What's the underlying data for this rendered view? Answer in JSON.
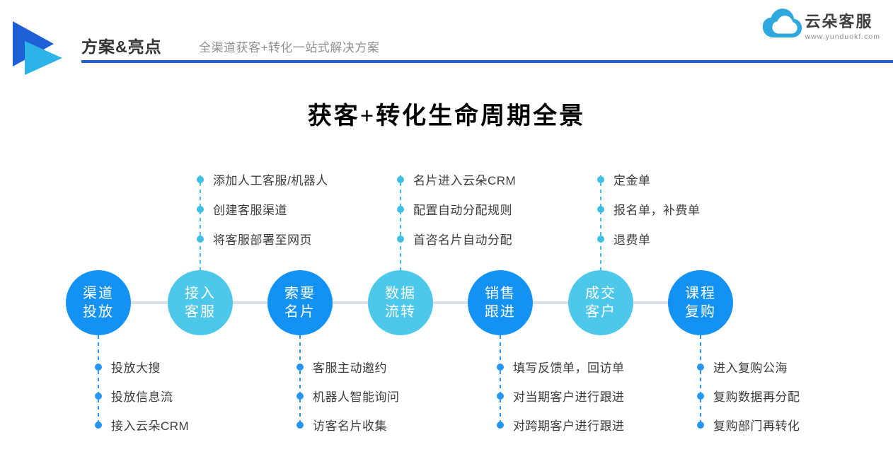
{
  "header": {
    "title": "方案&亮点",
    "subtitle": "全渠道获客+转化一站式解决方案",
    "accent_color": "#2161d8",
    "logo": {
      "name": "云朵客服",
      "url": "www.yunduokf.com",
      "icon": "cloud-icon",
      "icon_color": "#2fa8df"
    },
    "brand_mark_icon": "play-triangles-icon"
  },
  "main": {
    "title": "获客+转化生命周期全景"
  },
  "diagram": {
    "colors": {
      "circle_dark": "#1392f4",
      "circle_light": "#4dc8ea",
      "dot_above": "#40bfe4",
      "dot_below": "#2696f2",
      "connector_line": "#dbe0e6"
    },
    "stages": [
      {
        "line1": "渠道",
        "line2": "投放",
        "color": "#1392f4",
        "items_position": "below",
        "items": [
          "投放大搜",
          "投放信息流",
          "接入云朵CRM"
        ]
      },
      {
        "line1": "接入",
        "line2": "客服",
        "color": "#4dc8ea",
        "items_position": "above",
        "items": [
          "添加人工客服/机器人",
          "创建客服渠道",
          "将客服部署至网页"
        ]
      },
      {
        "line1": "索要",
        "line2": "名片",
        "color": "#1392f4",
        "items_position": "below",
        "items": [
          "客服主动邀约",
          "机器人智能询问",
          "访客名片收集"
        ]
      },
      {
        "line1": "数据",
        "line2": "流转",
        "color": "#4dc8ea",
        "items_position": "above",
        "items": [
          "名片进入云朵CRM",
          "配置自动分配规则",
          "首咨名片自动分配"
        ]
      },
      {
        "line1": "销售",
        "line2": "跟进",
        "color": "#1392f4",
        "items_position": "below",
        "items": [
          "填写反馈单，回访单",
          "对当期客户进行跟进",
          "对跨期客户进行跟进"
        ]
      },
      {
        "line1": "成交",
        "line2": "客户",
        "color": "#4dc8ea",
        "items_position": "above",
        "items": [
          "定金单",
          "报名单，补费单",
          "退费单"
        ]
      },
      {
        "line1": "课程",
        "line2": "复购",
        "color": "#1392f4",
        "items_position": "below",
        "items": [
          "进入复购公海",
          "复购数据再分配",
          "复购部门再转化"
        ]
      }
    ]
  }
}
